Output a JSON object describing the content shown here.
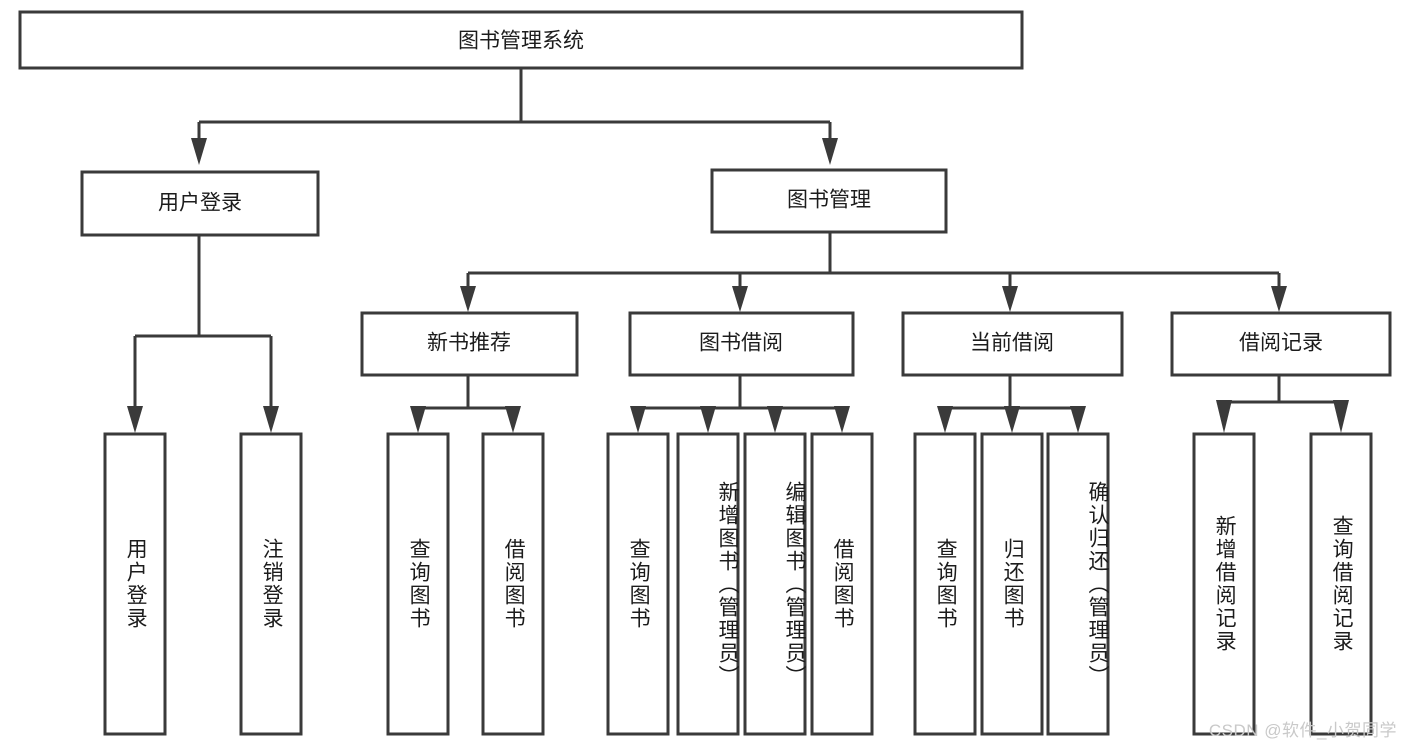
{
  "diagram": {
    "type": "tree-hierarchy-chart",
    "title": "图书管理系统",
    "watermark": "CSDN @软件_小贺同学",
    "colors": {
      "stroke": "#3a3a3a",
      "fill": "#ffffff",
      "text": "#1c1c1c",
      "watermark": "#c9c9c9"
    },
    "levels": [
      {
        "level": 1,
        "nodes": [
          {
            "id": "root",
            "label": "图书管理系统",
            "orientation": "horizontal"
          }
        ]
      },
      {
        "level": 2,
        "nodes": [
          {
            "id": "user-login",
            "label": "用户登录",
            "orientation": "horizontal",
            "parent": "root"
          },
          {
            "id": "book-manage",
            "label": "图书管理",
            "orientation": "horizontal",
            "parent": "root"
          }
        ]
      },
      {
        "level": 3,
        "nodes": [
          {
            "id": "new-book-rec",
            "label": "新书推荐",
            "orientation": "horizontal",
            "parent": "book-manage"
          },
          {
            "id": "book-borrow",
            "label": "图书借阅",
            "orientation": "horizontal",
            "parent": "book-manage"
          },
          {
            "id": "current-borrow",
            "label": "当前借阅",
            "orientation": "horizontal",
            "parent": "book-manage"
          },
          {
            "id": "borrow-record",
            "label": "借阅记录",
            "orientation": "horizontal",
            "parent": "book-manage"
          }
        ]
      },
      {
        "level": 4,
        "nodes": [
          {
            "id": "leaf-1",
            "label": "用户登录",
            "orientation": "vertical",
            "parent": "user-login"
          },
          {
            "id": "leaf-2",
            "label": "注销登录",
            "orientation": "vertical",
            "parent": "user-login"
          },
          {
            "id": "leaf-3",
            "label": "查询图书",
            "orientation": "vertical",
            "parent": "new-book-rec"
          },
          {
            "id": "leaf-4",
            "label": "借阅图书",
            "orientation": "vertical",
            "parent": "new-book-rec"
          },
          {
            "id": "leaf-5",
            "label": "查询图书",
            "orientation": "vertical",
            "parent": "book-borrow"
          },
          {
            "id": "leaf-6",
            "label": "新增图书（管理员）",
            "orientation": "vertical",
            "parent": "book-borrow"
          },
          {
            "id": "leaf-7",
            "label": "编辑图书（管理员）",
            "orientation": "vertical",
            "parent": "book-borrow"
          },
          {
            "id": "leaf-8",
            "label": "借阅图书",
            "orientation": "vertical",
            "parent": "book-borrow"
          },
          {
            "id": "leaf-9",
            "label": "查询图书",
            "orientation": "vertical",
            "parent": "current-borrow"
          },
          {
            "id": "leaf-10",
            "label": "归还图书",
            "orientation": "vertical",
            "parent": "current-borrow"
          },
          {
            "id": "leaf-11",
            "label": "确认归还（管理员）",
            "orientation": "vertical",
            "parent": "current-borrow"
          },
          {
            "id": "leaf-12",
            "label": "新增借阅记录",
            "orientation": "vertical",
            "parent": "borrow-record"
          },
          {
            "id": "leaf-13",
            "label": "查询借阅记录",
            "orientation": "vertical",
            "parent": "borrow-record"
          }
        ]
      }
    ]
  }
}
